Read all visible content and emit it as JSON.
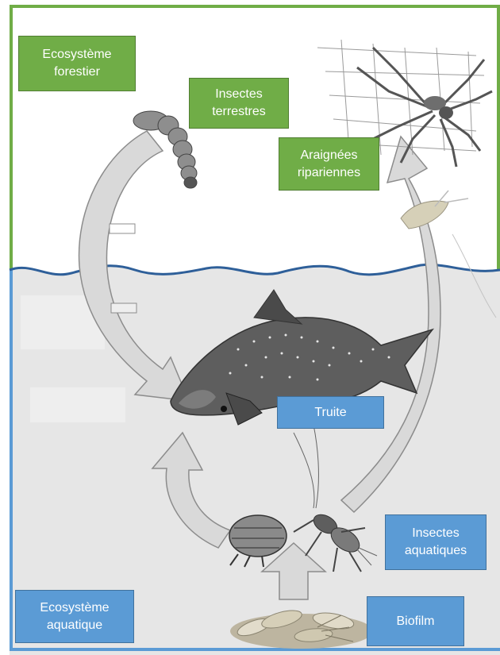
{
  "labels": {
    "forest_ecosystem": "Ecosystème\nforestier",
    "terrestrial_insects": "Insectes\nterrestres",
    "riparian_spiders": "Araignées\nripariennes",
    "trout": "Truite",
    "aquatic_insects": "Insectes\naquatiques",
    "aquatic_ecosystem": "Ecosystème\naquatique",
    "biofilm": "Biofilm"
  },
  "colors": {
    "terrestrial": "#70ad47",
    "aquatic": "#5b9bd5",
    "water_line": "#2e5f99",
    "water": "#e6e6e6",
    "arrow_fill": "#d9d9d9",
    "arrow_stroke": "#8c8c8c"
  },
  "icons": [
    "insect-larva-icon",
    "spider-icon",
    "mayfly-icon",
    "trout-icon",
    "aquatic-larva-icon",
    "beetle-larva-icon",
    "biofilm-icon"
  ]
}
